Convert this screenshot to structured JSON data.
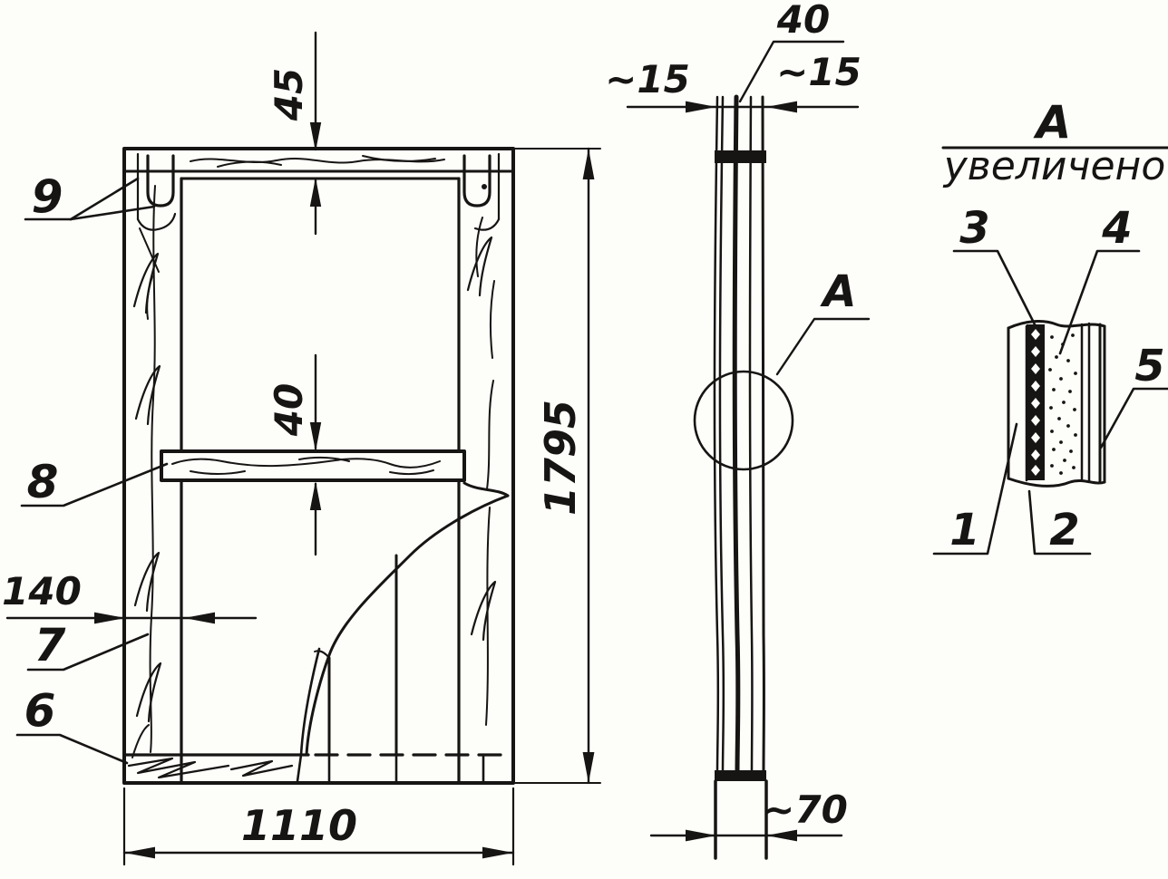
{
  "drawing": {
    "description": "Technical drawing of an insulated wooden panel (door/shield): front view, edge view with detail callout, and enlarged section A",
    "colors": {
      "ink": "#171513",
      "paper": "#fdfdfa"
    },
    "front_view": {
      "dims": {
        "top_rail": "45",
        "mid_rail": "40",
        "stile_width": "140",
        "width": "1110",
        "height": "1795"
      },
      "parts": {
        "corner_joint": "9",
        "mid_rail": "8",
        "stile": "7",
        "bottom_rail": "6"
      }
    },
    "side_view": {
      "dims": {
        "thickness": "40",
        "face_left": "~15",
        "face_right": "~15",
        "bottom_rail": "~70"
      },
      "detail_marker": "A"
    },
    "detail_view": {
      "title": "A",
      "subtitle": "увеличено",
      "parts": {
        "p1": "1",
        "p2": "2",
        "p3": "3",
        "p4": "4",
        "p5": "5"
      }
    }
  }
}
